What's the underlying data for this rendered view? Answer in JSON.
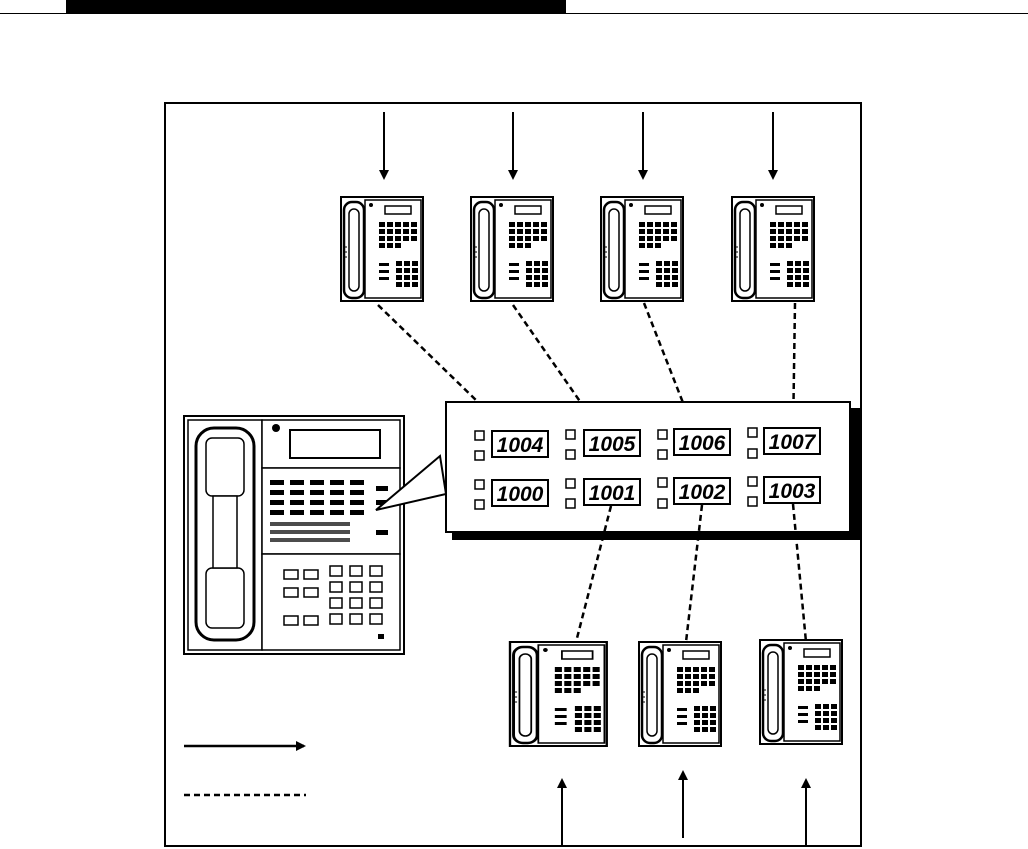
{
  "figure": {
    "extensions_top": [
      "1004",
      "1005",
      "1006",
      "1007"
    ],
    "extensions_bottom": [
      "1000",
      "1001",
      "1002",
      "1003"
    ],
    "legend": {
      "solid_arrow_label": "",
      "dashed_line_label": ""
    }
  },
  "colors": {
    "line": "#000000",
    "background": "#ffffff",
    "panel_shadow": "#000000"
  },
  "icons": [
    "telephone-icon",
    "arrow-icon",
    "callout-pointer-icon"
  ]
}
